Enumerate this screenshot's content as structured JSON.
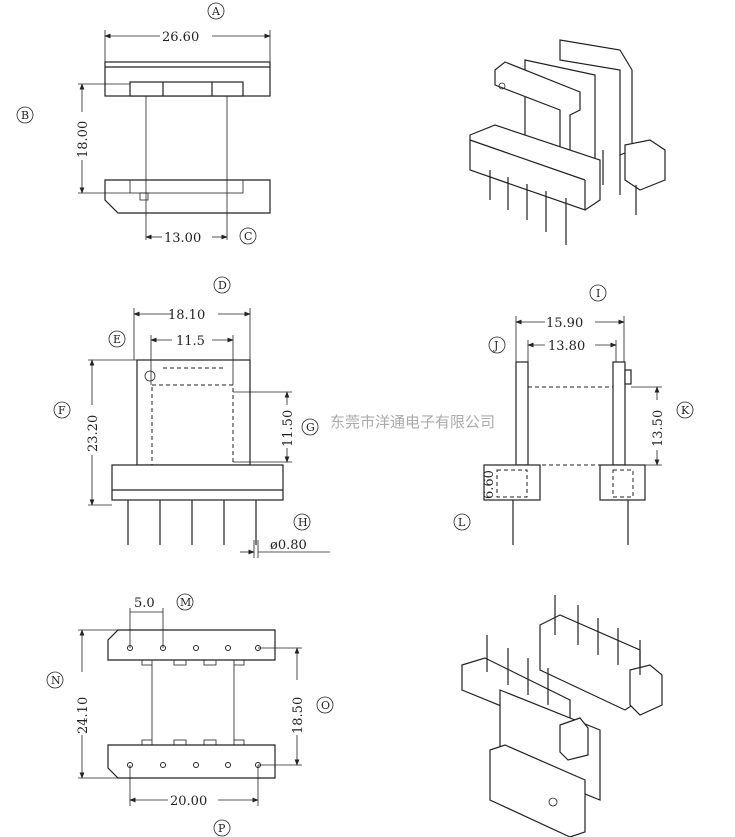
{
  "labels": {
    "A": "A",
    "B": "B",
    "C": "C",
    "D": "D",
    "E": "E",
    "F": "F",
    "G": "G",
    "H": "H",
    "I": "I",
    "J": "J",
    "K": "K",
    "L": "L",
    "M": "M",
    "N": "N",
    "O": "O",
    "P": "P"
  },
  "dimensions": {
    "A": "26.60",
    "B": "18.00",
    "C": "13.00",
    "D": "18.10",
    "E": "11.5",
    "F": "23.20",
    "G": "11.50",
    "H": "ø0.80",
    "I": "15.90",
    "J": "13.80",
    "K": "13.50",
    "L": "6.60",
    "M": "5.0",
    "N": "24.10",
    "O": "18.50",
    "P": "20.00"
  },
  "watermark": "东莞市洋通电子有限公司"
}
